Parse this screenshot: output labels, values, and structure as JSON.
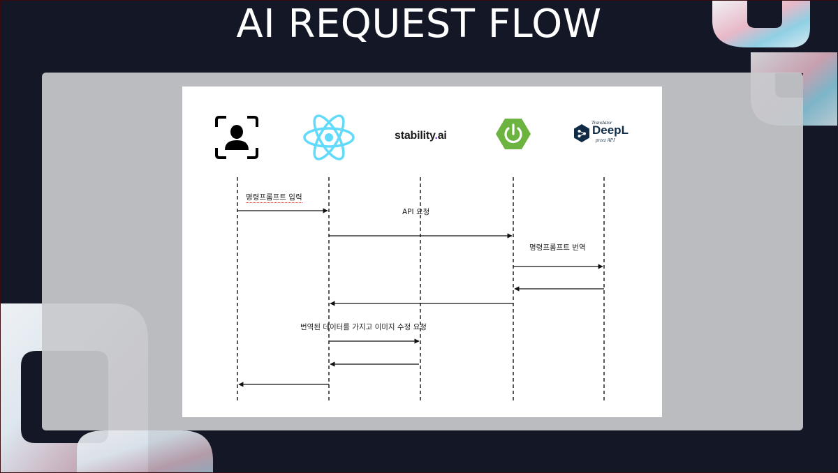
{
  "slide": {
    "title": "AI REQUEST FLOW"
  },
  "diagram": {
    "participants": [
      {
        "id": "user",
        "icon": "user-face-scan-icon"
      },
      {
        "id": "react",
        "icon": "react-logo-icon"
      },
      {
        "id": "stability",
        "label_main": "stability",
        "label_dot": ".",
        "label_suffix": "ai"
      },
      {
        "id": "spring",
        "icon": "spring-power-icon"
      },
      {
        "id": "deepl",
        "brand": "DeepL",
        "caption_top": "Translator",
        "caption_bottom": "przez API"
      }
    ],
    "messages": [
      {
        "label": "명령프롬프트 입력"
      },
      {
        "label": "API 요청"
      },
      {
        "label": "명령프롬프트 번역"
      },
      {
        "label": "번역된 데이터를 가지고 이미지 수정 요청"
      }
    ]
  },
  "colors": {
    "background": "#141826",
    "react": "#61dafb",
    "spring": "#6db33f",
    "deepl": "#0f2b46",
    "stability_dot": "#7c3aed"
  }
}
